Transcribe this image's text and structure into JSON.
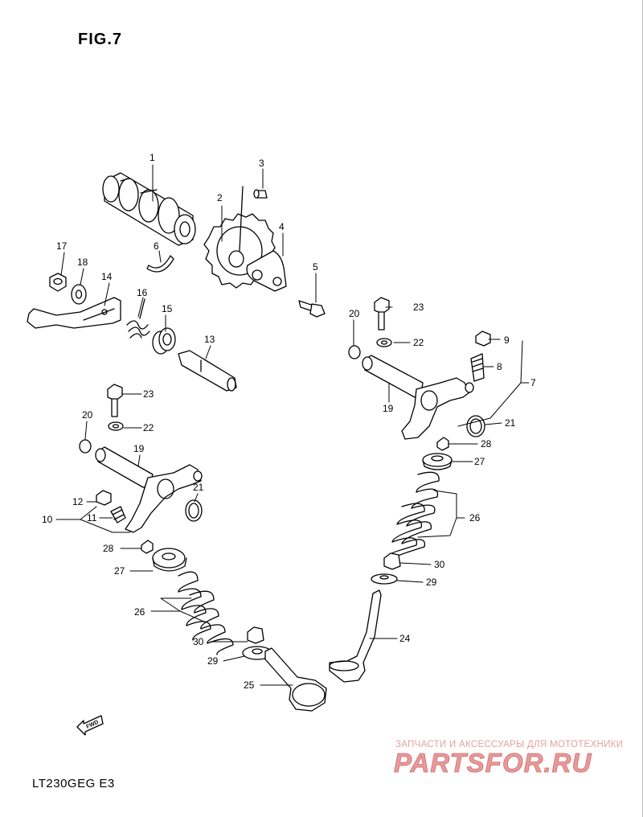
{
  "figure": {
    "title": "FIG.7",
    "model_code": "LT230GEG  E3",
    "fwd_badge": "FWD"
  },
  "watermark": {
    "subtitle": "ЗАПЧАСТИ И АКСЕССУАРЫ ДЛЯ МОТОТЕХНИКИ",
    "brand": "PARTSFOR.RU",
    "color": "#e08a8a"
  },
  "callouts": [
    {
      "id": "c1",
      "label": "1"
    },
    {
      "id": "c2",
      "label": "2"
    },
    {
      "id": "c3",
      "label": "3"
    },
    {
      "id": "c4",
      "label": "4"
    },
    {
      "id": "c5",
      "label": "5"
    },
    {
      "id": "c6",
      "label": "6"
    },
    {
      "id": "c7",
      "label": "7"
    },
    {
      "id": "c8",
      "label": "8"
    },
    {
      "id": "c9",
      "label": "9"
    },
    {
      "id": "c10",
      "label": "10"
    },
    {
      "id": "c11",
      "label": "11"
    },
    {
      "id": "c12",
      "label": "12"
    },
    {
      "id": "c13",
      "label": "13"
    },
    {
      "id": "c14",
      "label": "14"
    },
    {
      "id": "c15",
      "label": "15"
    },
    {
      "id": "c16",
      "label": "16"
    },
    {
      "id": "c17",
      "label": "17"
    },
    {
      "id": "c18",
      "label": "18"
    },
    {
      "id": "c19a",
      "label": "19"
    },
    {
      "id": "c19b",
      "label": "19"
    },
    {
      "id": "c20a",
      "label": "20"
    },
    {
      "id": "c20b",
      "label": "20"
    },
    {
      "id": "c21a",
      "label": "21"
    },
    {
      "id": "c21b",
      "label": "21"
    },
    {
      "id": "c22a",
      "label": "22"
    },
    {
      "id": "c22b",
      "label": "22"
    },
    {
      "id": "c23a",
      "label": "23"
    },
    {
      "id": "c23b",
      "label": "23"
    },
    {
      "id": "c24",
      "label": "24"
    },
    {
      "id": "c25",
      "label": "25"
    },
    {
      "id": "c26a",
      "label": "26"
    },
    {
      "id": "c26b",
      "label": "26"
    },
    {
      "id": "c27a",
      "label": "27"
    },
    {
      "id": "c27b",
      "label": "27"
    },
    {
      "id": "c28a",
      "label": "28"
    },
    {
      "id": "c28b",
      "label": "28"
    },
    {
      "id": "c29a",
      "label": "29"
    },
    {
      "id": "c29b",
      "label": "29"
    },
    {
      "id": "c30a",
      "label": "30"
    },
    {
      "id": "c30b",
      "label": "30"
    }
  ]
}
